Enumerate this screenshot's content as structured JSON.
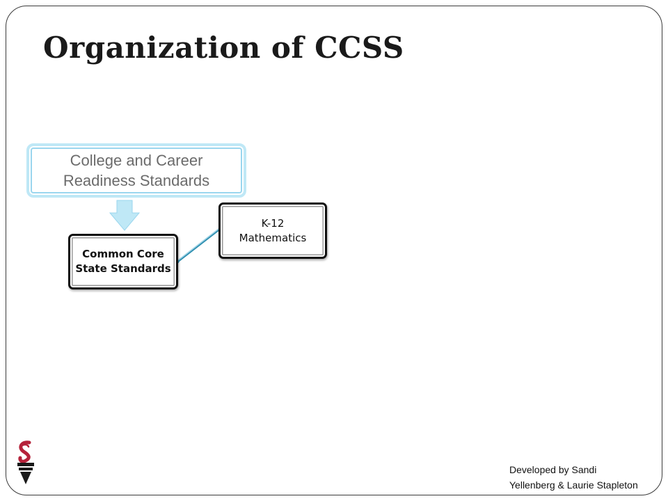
{
  "slide": {
    "title": "Organization of CCSS"
  },
  "diagram": {
    "ccr_box": {
      "line1": "College and Career",
      "line2": "Readiness Standards"
    },
    "ccss_box": {
      "line1": "Common Core",
      "line2": "State Standards"
    },
    "math_box": {
      "line1": "K-12",
      "line2": "Mathematics"
    }
  },
  "footer": {
    "credit_line1": "Developed by Sandi",
    "credit_line2": "Yellenberg & Laurie Stapleton",
    "logo_icon": "torch-logo-icon"
  },
  "colors": {
    "ccr_border": "#9ad6ee",
    "arrow_fill": "#bfe8f6",
    "connector": "#2f8fb0",
    "logo_red": "#b5223a"
  }
}
